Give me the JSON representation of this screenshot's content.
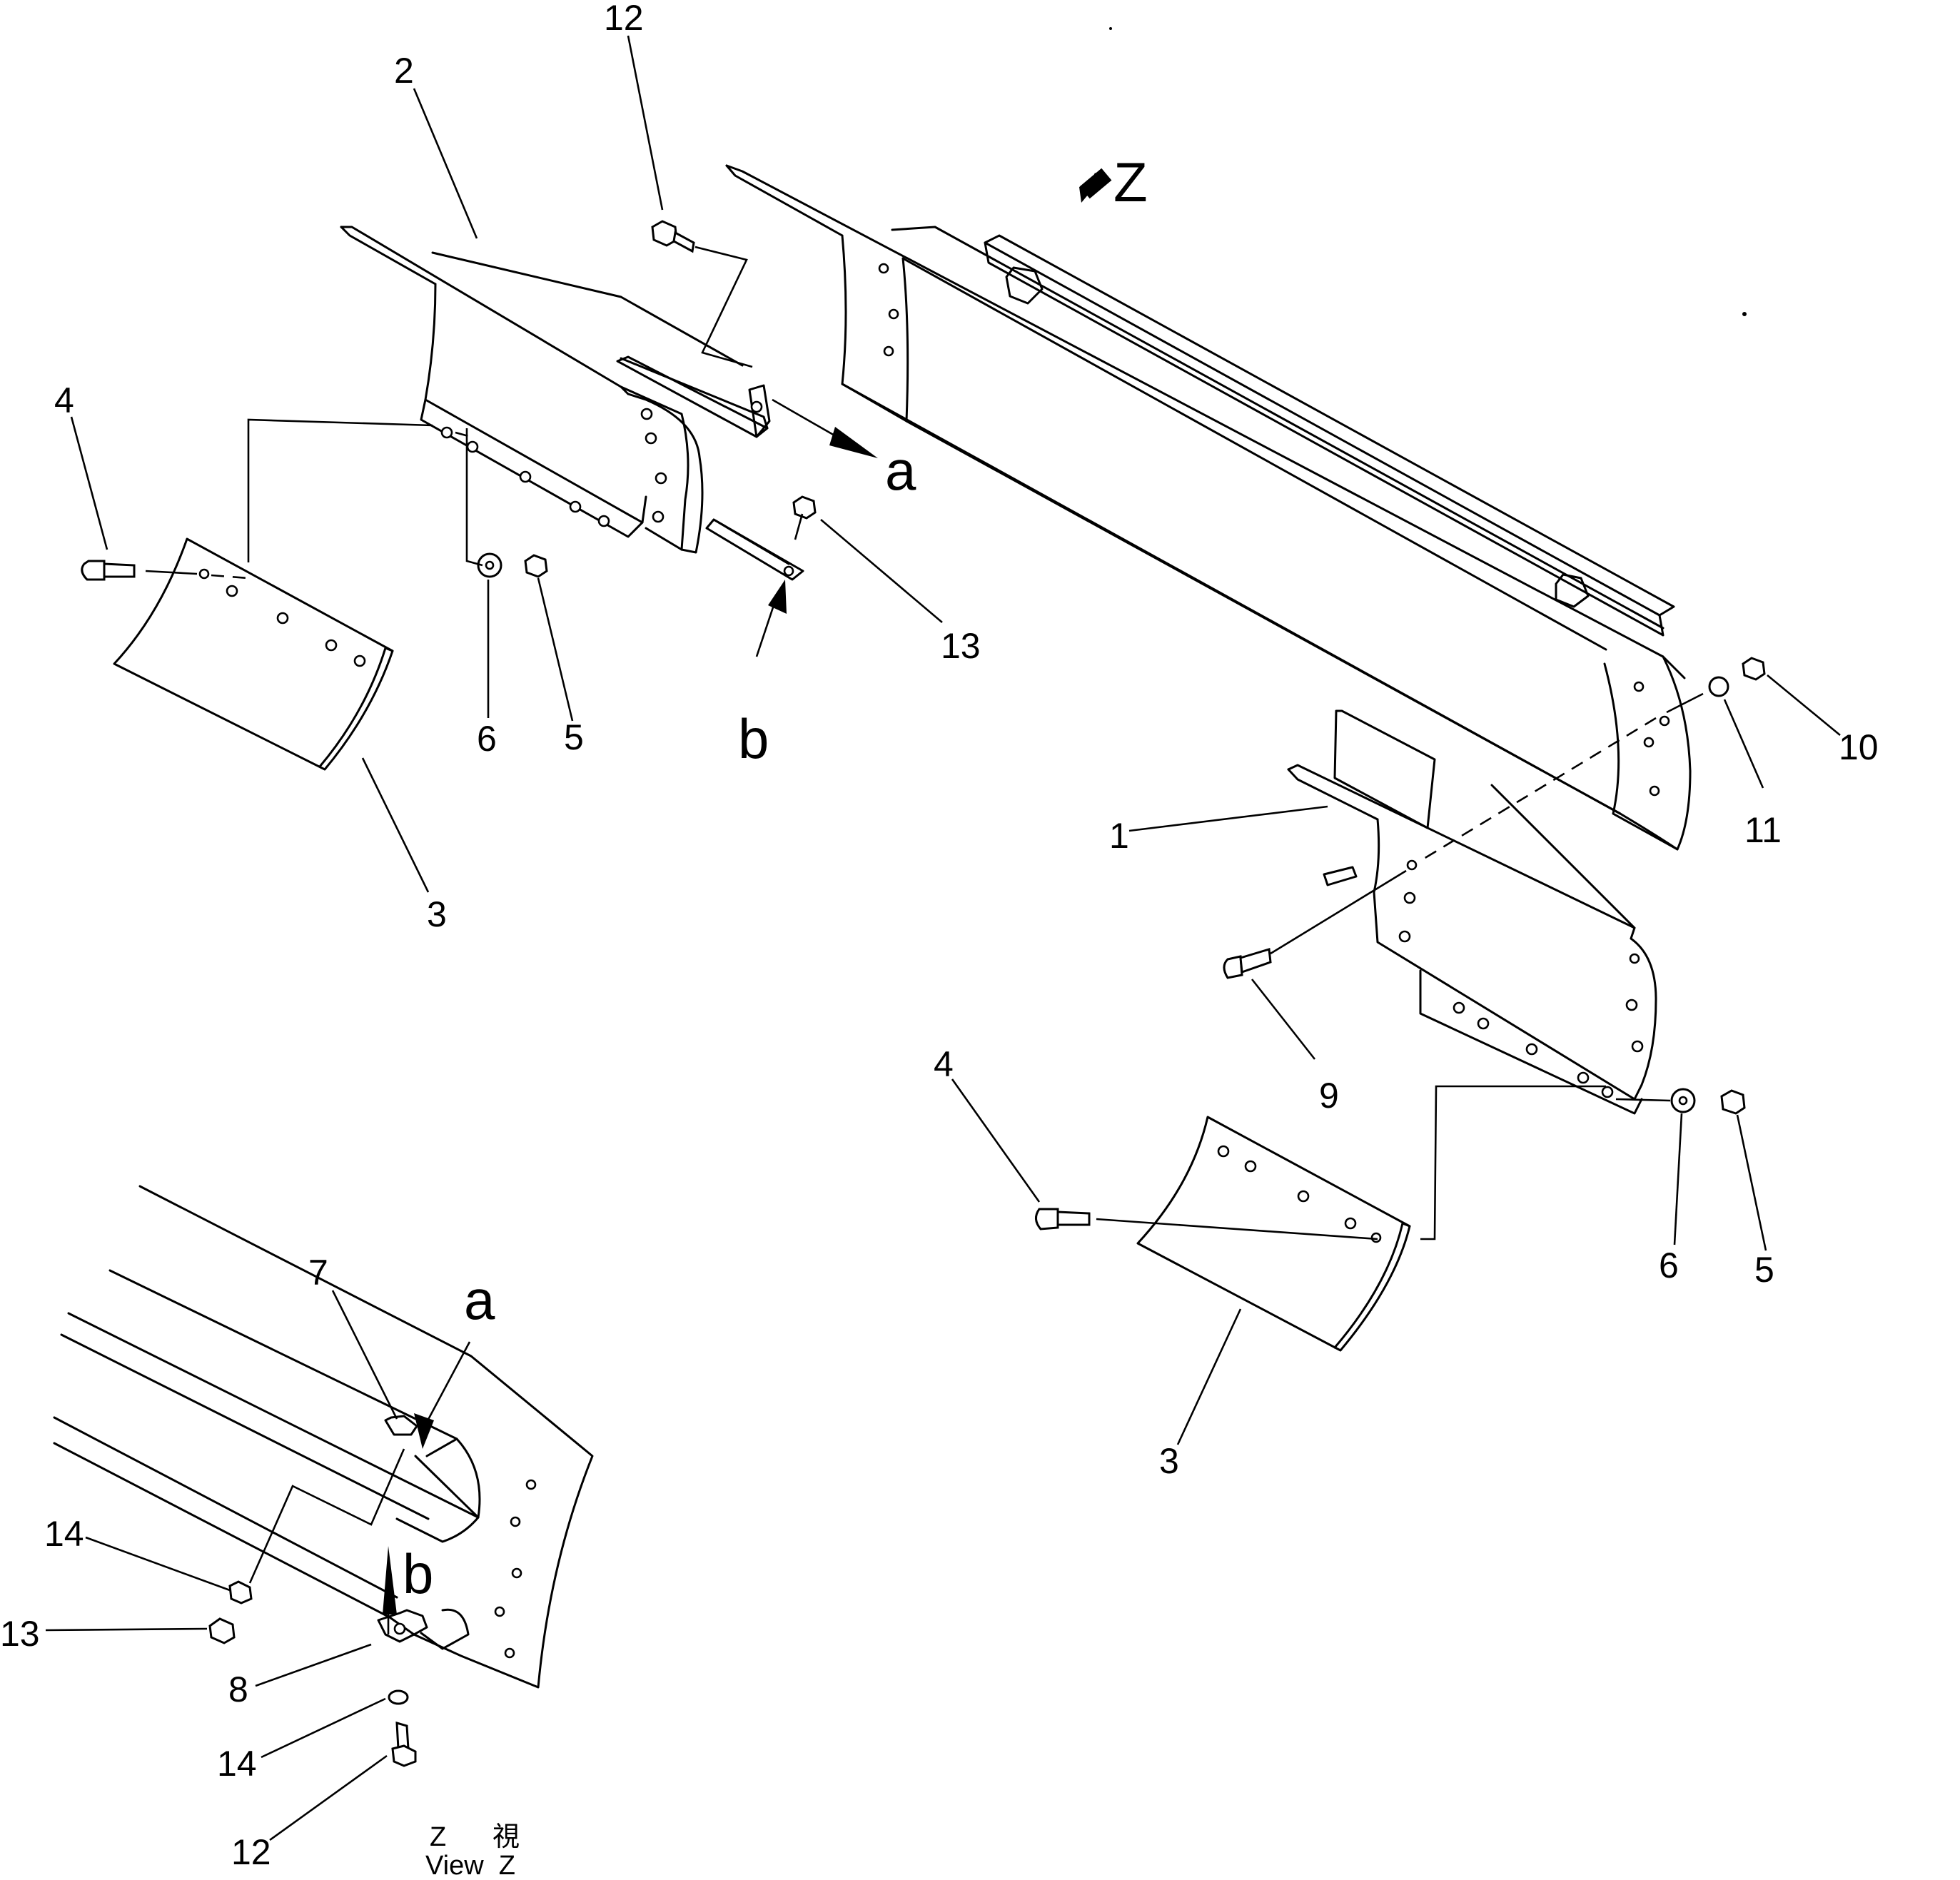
{
  "view_direction_label": "Z",
  "connectors": {
    "a_main": "a",
    "b_main": "b",
    "a_view": "a",
    "b_view": "b"
  },
  "callouts": {
    "c12_top": "12",
    "c2": "2",
    "c4_left": "4",
    "c6_left": "6",
    "c5_left": "5",
    "c13_top": "13",
    "c3_left": "3",
    "c1": "1",
    "c10": "10",
    "c11": "11",
    "c9": "9",
    "c4_right": "4",
    "c6_right": "6",
    "c5_right": "5",
    "c3_right": "3",
    "c7": "7",
    "c14_upper": "14",
    "c13_view": "13",
    "c8": "8",
    "c14_lower": "14",
    "c12_view": "12"
  },
  "view_caption": {
    "line1_letter": "Z",
    "line1_kanji": "視",
    "line2": "View  Z"
  }
}
